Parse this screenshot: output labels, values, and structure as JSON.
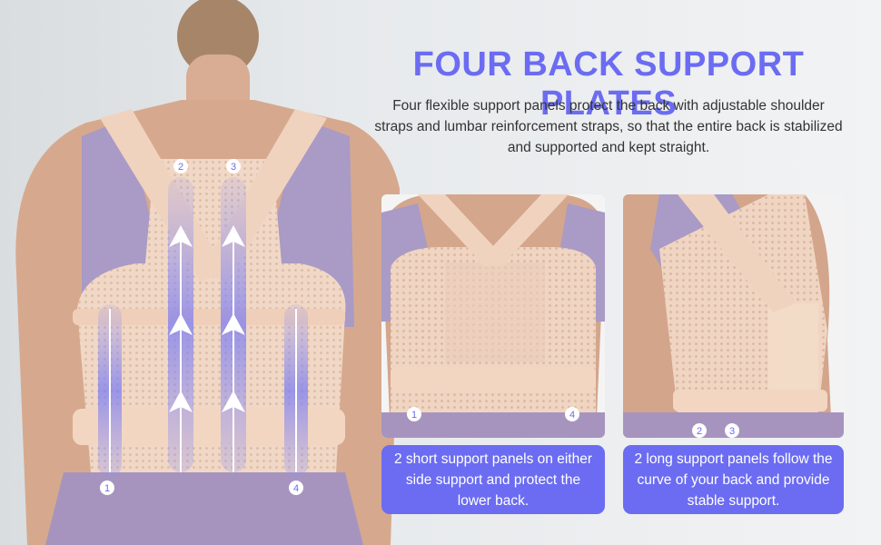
{
  "heading": "FOUR BACK SUPPORT PLATES",
  "intro": "Four flexible support panels protect the back with adjustable shoulder straps and lumbar reinforcement straps, so that the entire back is stabilized and supported and kept straight.",
  "markers": {
    "m1": "1",
    "m2": "2",
    "m3": "3",
    "m4": "4"
  },
  "panels": [
    {
      "caption": "2 short support panels on either side support and protect the lower back."
    },
    {
      "caption": "2 long support panels follow the curve of your back and provide stable support."
    }
  ],
  "colors": {
    "accent": "#6b6cf2",
    "skin": "#d7ab91",
    "brace": "#f2d6c2",
    "top": "#a99ac6",
    "pants": "#a694bf"
  }
}
